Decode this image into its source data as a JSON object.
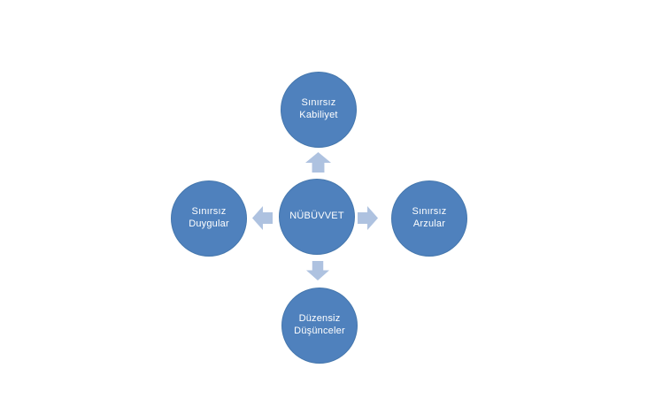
{
  "colors": {
    "background": "#ffffff",
    "circle-fill": "#4f81bd",
    "circle-edge": "#4577ad",
    "arrow-fill": "#aec2e0",
    "label-text": "#ffffff"
  },
  "nodes": {
    "center": {
      "label": "NÜBÜVVET"
    },
    "top": {
      "line1": "Sınırsız",
      "line2": "Kabiliyet"
    },
    "left": {
      "line1": "Sınırsız",
      "line2": "Duygular"
    },
    "right": {
      "line1": "Sınırsız",
      "line2": "Arzular"
    },
    "bottom": {
      "line1": "Düzensiz",
      "line2": "Düşünceler"
    }
  },
  "arrows": {
    "up": "block-arrow-up",
    "down": "block-arrow-down",
    "left": "block-arrow-left",
    "right": "block-arrow-right"
  }
}
